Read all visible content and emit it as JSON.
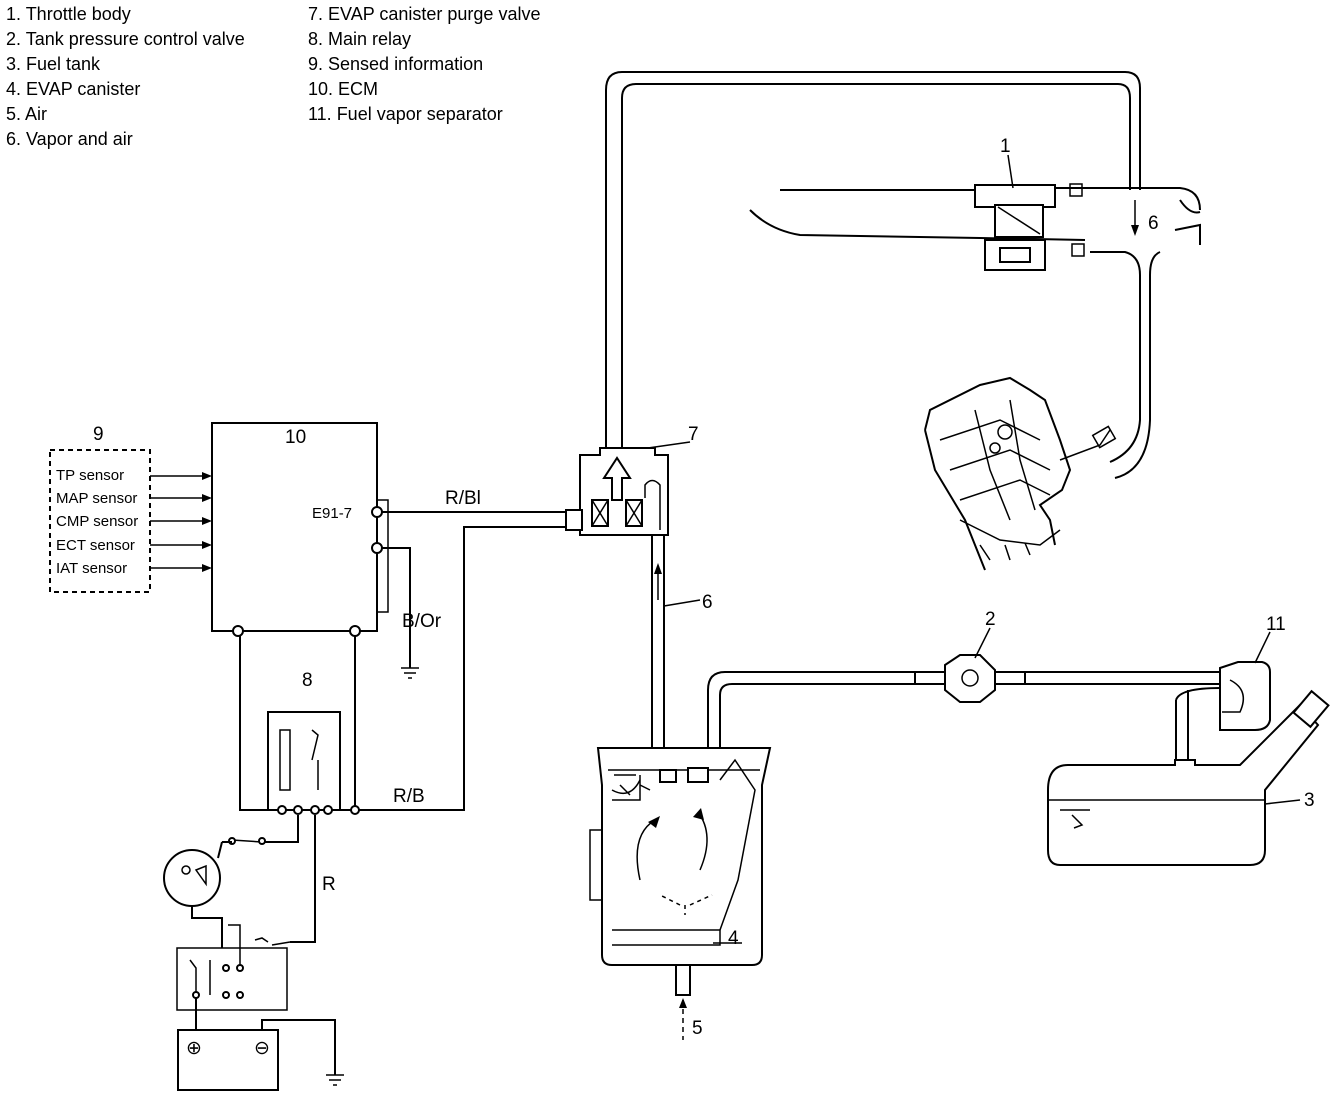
{
  "legend": {
    "left": [
      "1. Throttle body",
      "2. Tank pressure control valve",
      "3. Fuel tank",
      "4. EVAP canister",
      "5. Air",
      "6. Vapor and air"
    ],
    "right": [
      "7. EVAP canister purge valve",
      "8. Main relay",
      "9. Sensed information",
      "10. ECM",
      "11. Fuel vapor separator"
    ]
  },
  "callouts": {
    "n1": "1",
    "n2": "2",
    "n3": "3",
    "n4": "4",
    "n5": "5",
    "n6_top": "6",
    "n6_mid": "6",
    "n7": "7",
    "n8": "8",
    "n9": "9",
    "n10": "10",
    "n11": "11"
  },
  "sensors": [
    "TP sensor",
    "MAP sensor",
    "CMP sensor",
    "ECT sensor",
    "IAT sensor"
  ],
  "terminal": "E91-7",
  "wires": {
    "r_bl": "R/Bl",
    "b_or": "B/Or",
    "r_b": "R/B",
    "r": "R"
  },
  "battery": {
    "pos": "⊕",
    "neg": "⊖"
  }
}
